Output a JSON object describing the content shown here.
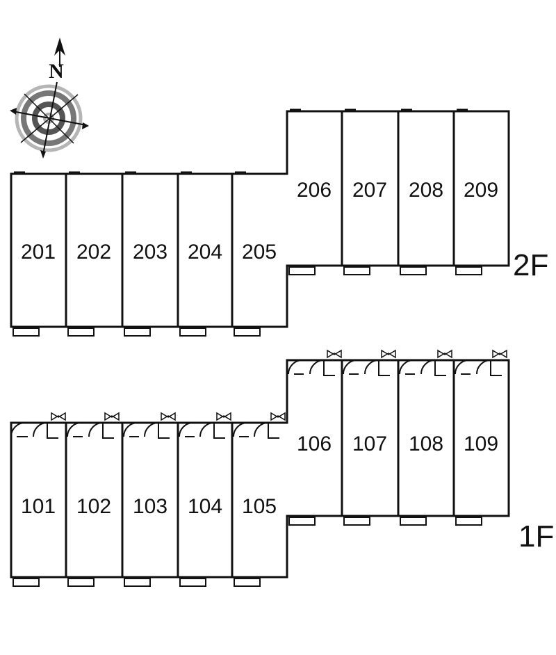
{
  "compass": {
    "north_label": "N"
  },
  "floors": [
    {
      "label": "2F",
      "units": [
        "201",
        "202",
        "203",
        "204",
        "205",
        "206",
        "207",
        "208",
        "209"
      ]
    },
    {
      "label": "1F",
      "units": [
        "101",
        "102",
        "103",
        "104",
        "105",
        "106",
        "107",
        "108",
        "109"
      ]
    }
  ],
  "colors": {
    "line": "#111111",
    "compass_gray": "#8a8a8a",
    "compass_dark": "#555555",
    "door_gray": "#999999"
  }
}
